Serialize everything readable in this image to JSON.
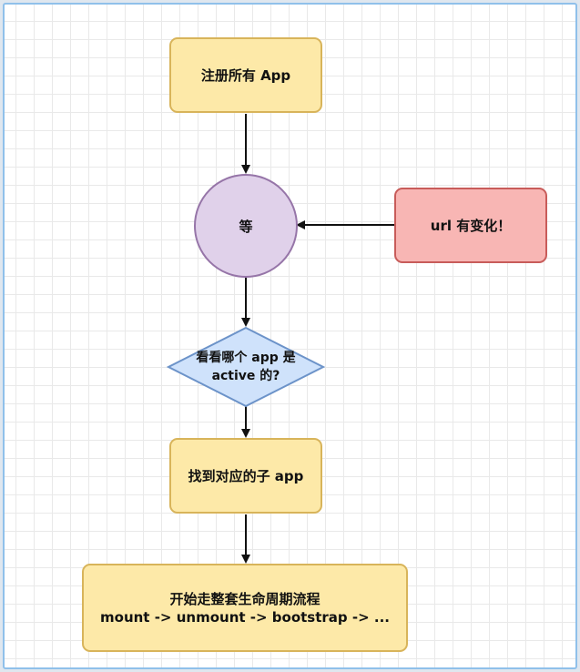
{
  "diagram": {
    "nodes": {
      "register": "注册所有 App",
      "wait": "等",
      "url_change": "url 有变化！",
      "decision_line1": "看看哪个 app 是",
      "decision_line2": "active 的?",
      "find_app": "找到对应的子 app",
      "lifecycle_line1": "开始走整套生命周期流程",
      "lifecycle_line2": "mount -> unmount -> bootstrap -> ..."
    },
    "colors": {
      "process_fill": "#fde9a8",
      "process_border": "#d8b45a",
      "alert_fill": "#f8b6b4",
      "alert_border": "#c85c5a",
      "wait_fill": "#e0d1ea",
      "wait_border": "#9675a8",
      "decision_fill": "#cfe2fb",
      "decision_border": "#6c93c9"
    }
  }
}
